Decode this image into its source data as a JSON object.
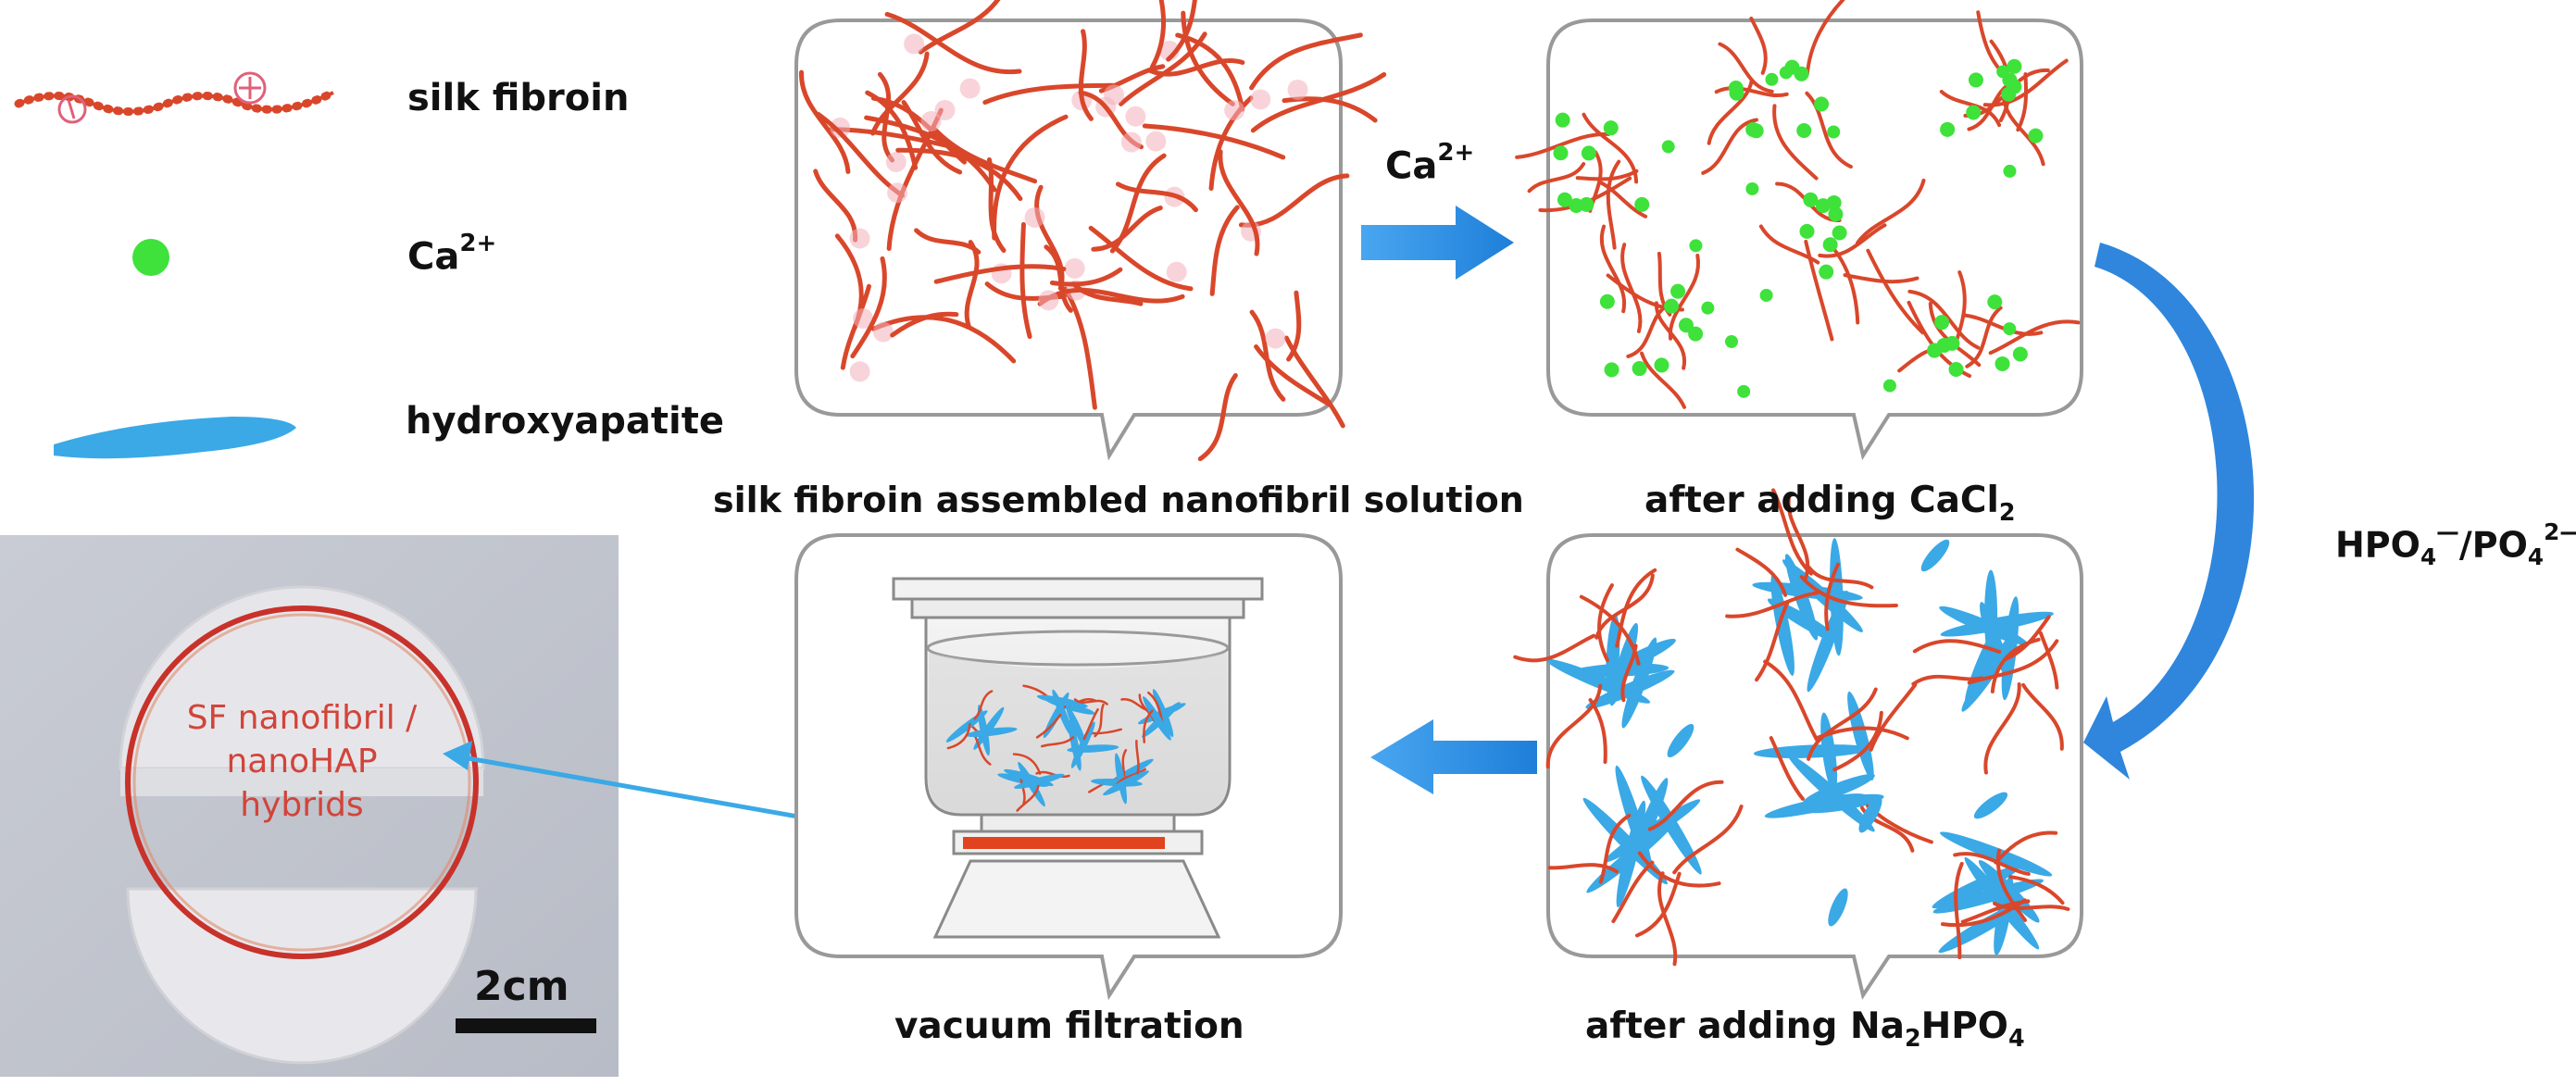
{
  "legend": {
    "silk_fibroin": "silk fibroin",
    "ca_prefix": "Ca",
    "ca_sup": "2+",
    "hydroxyapatite": "hydroxyapatite"
  },
  "steps": {
    "solution": "silk fibroin assembled nanofibril solution",
    "cacl2_prefix": "after adding CaCl",
    "cacl2_sub": "2",
    "na2hpo4_a": "after adding Na",
    "na2hpo4_sub1": "2",
    "na2hpo4_b": "HPO",
    "na2hpo4_sub2": "4",
    "vacuum": "vacuum filtration"
  },
  "arrows": {
    "ca_label": "Ca",
    "ca_sup": "2+",
    "phos_a": "HPO",
    "phos_sub1": "4",
    "phos_sup1": "—",
    "phos_b": "/PO",
    "phos_sub2": "4",
    "phos_sup2": "2—"
  },
  "photo": {
    "line1": "SF nanofibril /",
    "line2": "nanoHAP",
    "line3": "hybrids",
    "scale": "2cm"
  },
  "colors": {
    "fiber": "#d9472b",
    "calcium": "#3ee23a",
    "hap": "#3aa9e6",
    "arrow": "#2f8fe0"
  }
}
